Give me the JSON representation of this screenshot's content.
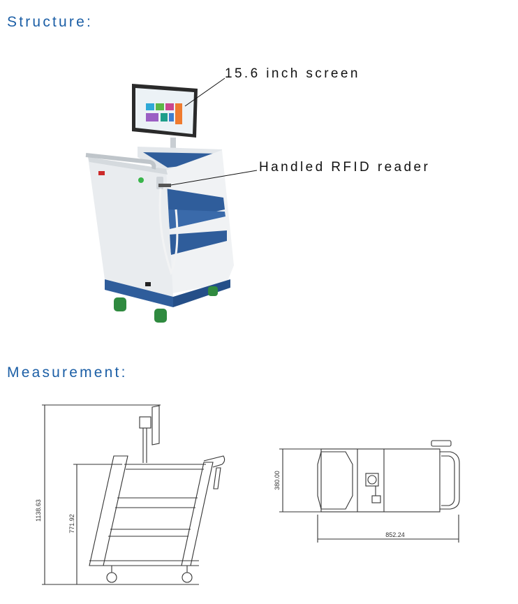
{
  "sections": {
    "structure_title": "Structure:",
    "measurement_title": "Measurement:"
  },
  "callouts": {
    "screen": "15.6 inch screen",
    "reader": "Handled RFID reader"
  },
  "dimensions": {
    "total_height": "1138.63",
    "body_height": "771.92",
    "depth": "380.00",
    "length": "852.24"
  },
  "colors": {
    "heading": "#1c5fa6",
    "cart_blue": "#2a5c9e",
    "cart_white": "#e8ebee",
    "wheel_green": "#2f8a3f"
  }
}
